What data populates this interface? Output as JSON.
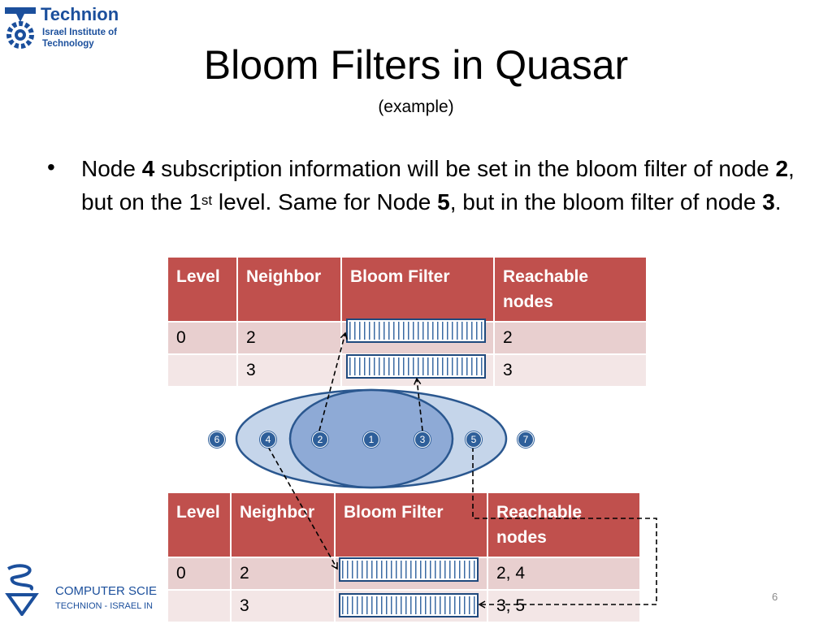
{
  "logo": {
    "name": "Technion",
    "subtitle_line1": "Israel Institute of",
    "subtitle_line2": "Technology"
  },
  "title": "Bloom Filters in Quasar",
  "subtitle": "(example)",
  "bullet": {
    "t1": "Node ",
    "b1": "4",
    "t2": " subscription information will be set in the bloom filter of node ",
    "b2": "2",
    "t3": ", but on the 1",
    "sup": "st",
    "t4": " level. Same for Node ",
    "b3": "5",
    "t5": ", but in the bloom filter of node ",
    "b4": "3",
    "t6": "."
  },
  "table_top": {
    "headers": [
      "Level",
      "Neighbor",
      "Bloom Filter",
      "Reachable nodes"
    ],
    "rows": [
      {
        "level": "0",
        "neighbor": "2",
        "reachable": "2"
      },
      {
        "level": "",
        "neighbor": "3",
        "reachable": "3"
      }
    ]
  },
  "table_bottom": {
    "headers": [
      "Level",
      "Neighbor",
      "Bloom Filter",
      "Reachable nodes"
    ],
    "rows": [
      {
        "level": "0",
        "neighbor": "2",
        "reachable": "2, 4"
      },
      {
        "level": "",
        "neighbor": "3",
        "reachable": "3, 5"
      }
    ]
  },
  "nodes": [
    "6",
    "4",
    "2",
    "1",
    "3",
    "5",
    "7"
  ],
  "colors": {
    "header": "#c0504d",
    "row_dark": "#e8cfcf",
    "row_light": "#f3e6e6",
    "node": "#2e5f9a",
    "outer_ellipse": "#c5d5ea",
    "inner_circle": "#8eaad6"
  },
  "footer": {
    "dept_line1": "COMPUTER SCIE",
    "dept_line2": "TECHNION - ISRAEL IN",
    "page_number": "6"
  }
}
